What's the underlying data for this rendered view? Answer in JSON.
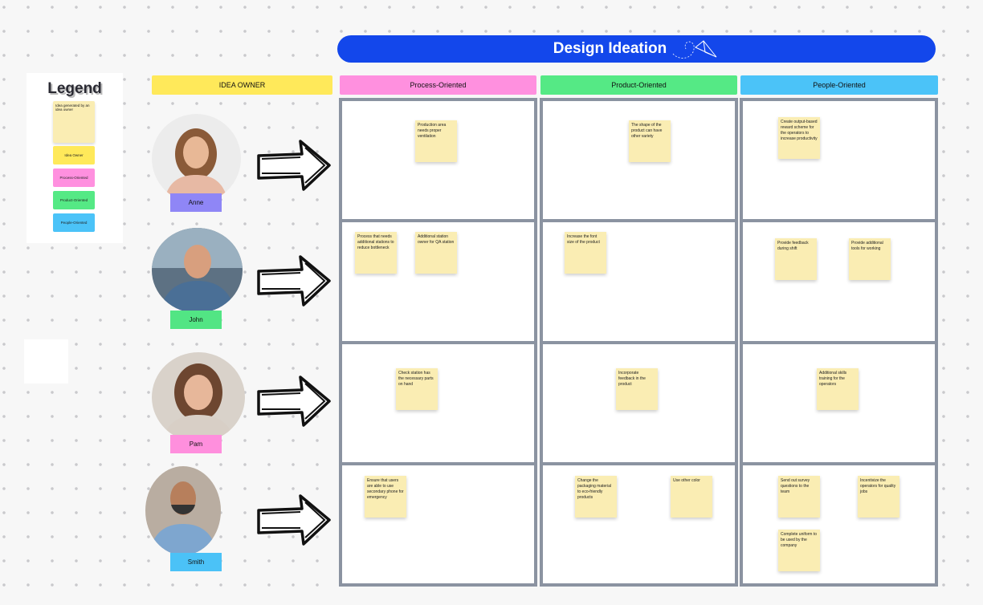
{
  "title": "Design Ideation",
  "headers": {
    "owner": "IDEA OWNER",
    "process": "Process-Oriented",
    "product": "Product-Oriented",
    "people": "People-Oriented"
  },
  "legend": {
    "title": "Legend",
    "idea": "Idea generated by an idea owner",
    "owner": "Idea Owner",
    "process": "Process-Oriented",
    "product": "Product-Oriented",
    "people": "People-Oriented"
  },
  "owners": [
    {
      "name": "Anne",
      "tag_color": "#8f86f6"
    },
    {
      "name": "John",
      "tag_color": "#52e584"
    },
    {
      "name": "Pam",
      "tag_color": "#ff8fdd"
    },
    {
      "name": "Smith",
      "tag_color": "#4bc2f7"
    }
  ],
  "colors": {
    "title": "#1347eb",
    "owner": "#ffe95a",
    "process": "#ff90df",
    "product": "#55e985",
    "people": "#4bc3f8",
    "sticky": "#faedb3",
    "grid": "#8b93a1"
  },
  "ideas": {
    "r1": {
      "process": [
        "Production area needs proper ventilation"
      ],
      "product": [
        "The shape of the product can have other variety"
      ],
      "people": [
        "Create output-based reward scheme for the operators to increase productivity"
      ]
    },
    "r2": {
      "process": [
        "Process that needs additional stations to reduce bottleneck",
        "Additional station owner for QA station"
      ],
      "product": [
        "Increase the font size of the product"
      ],
      "people": [
        "Provide feedback during shift",
        "Provide additional tools for working"
      ]
    },
    "r3": {
      "process": [
        "Check station has the necessary parts on hand"
      ],
      "product": [
        "Incorporate feedback in the product"
      ],
      "people": [
        "Additional skills training for the operators"
      ]
    },
    "r4": {
      "process": [
        "Ensure that users are able to use secondary phone for emergency"
      ],
      "product": [
        "Change the packaging material to eco-friendly products",
        "Use other color"
      ],
      "people": [
        "Send out survey questions to the team",
        "Incentivize the operators for quality jobs",
        "Complete uniform to be used by the company"
      ]
    }
  }
}
